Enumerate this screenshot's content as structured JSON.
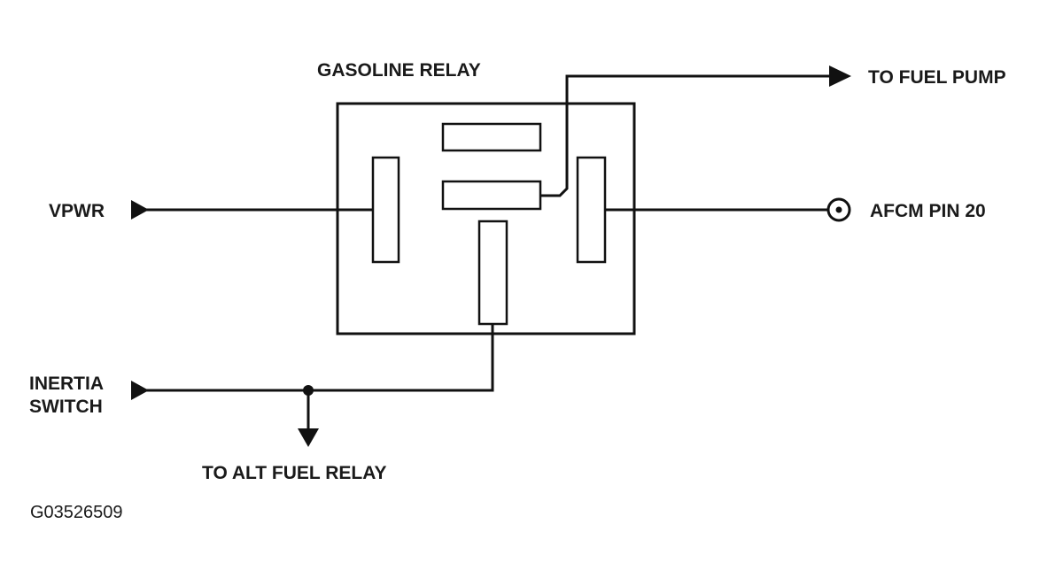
{
  "labels": {
    "relay_title": "GASOLINE RELAY",
    "fuel_pump": "TO FUEL PUMP",
    "vpwr": "VPWR",
    "afcm": "AFCM PIN 20",
    "inertia_line1": "INERTIA",
    "inertia_line2": "SWITCH",
    "alt_relay": "TO ALT FUEL RELAY",
    "figure_code": "G03526509"
  },
  "colors": {
    "line": "#111111",
    "text": "#1a1a1a",
    "background": "#ffffff"
  }
}
